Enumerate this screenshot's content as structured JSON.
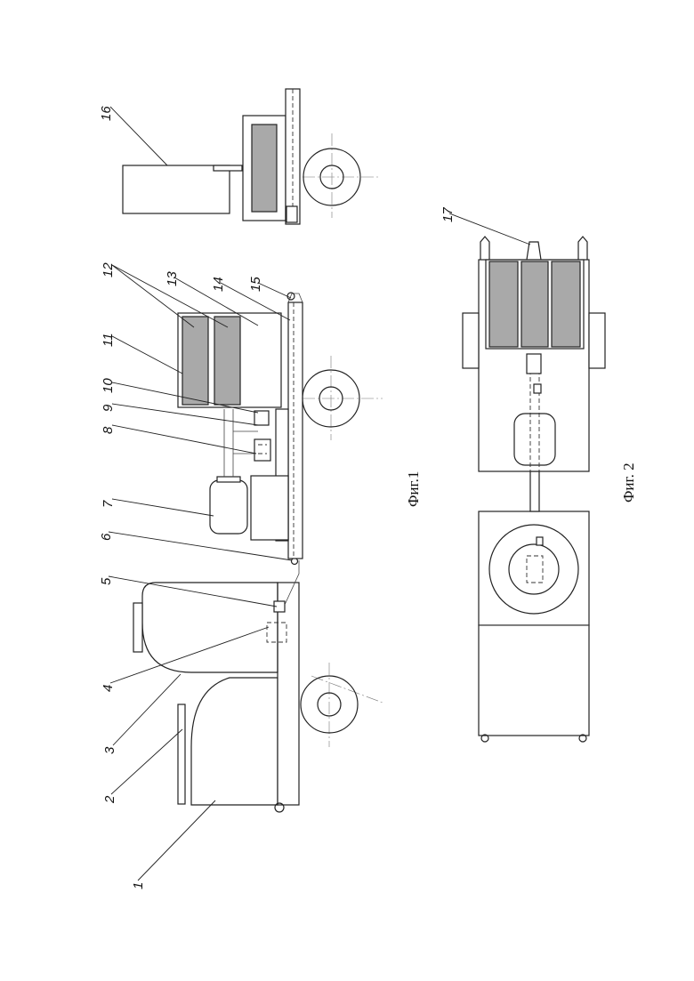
{
  "figures": [
    {
      "id": "fig1",
      "caption": "Фиг.1"
    },
    {
      "id": "fig2",
      "caption": "Фиг. 2"
    }
  ],
  "labels": {
    "l1": "1",
    "l2": "2",
    "l3": "3",
    "l4": "4",
    "l5": "5",
    "l6": "6",
    "l7": "7",
    "l8": "8",
    "l9": "9",
    "l10": "10",
    "l11": "11",
    "l12": "12",
    "l13": "13",
    "l14": "14",
    "l15": "15",
    "l16": "16",
    "l17": "17"
  }
}
